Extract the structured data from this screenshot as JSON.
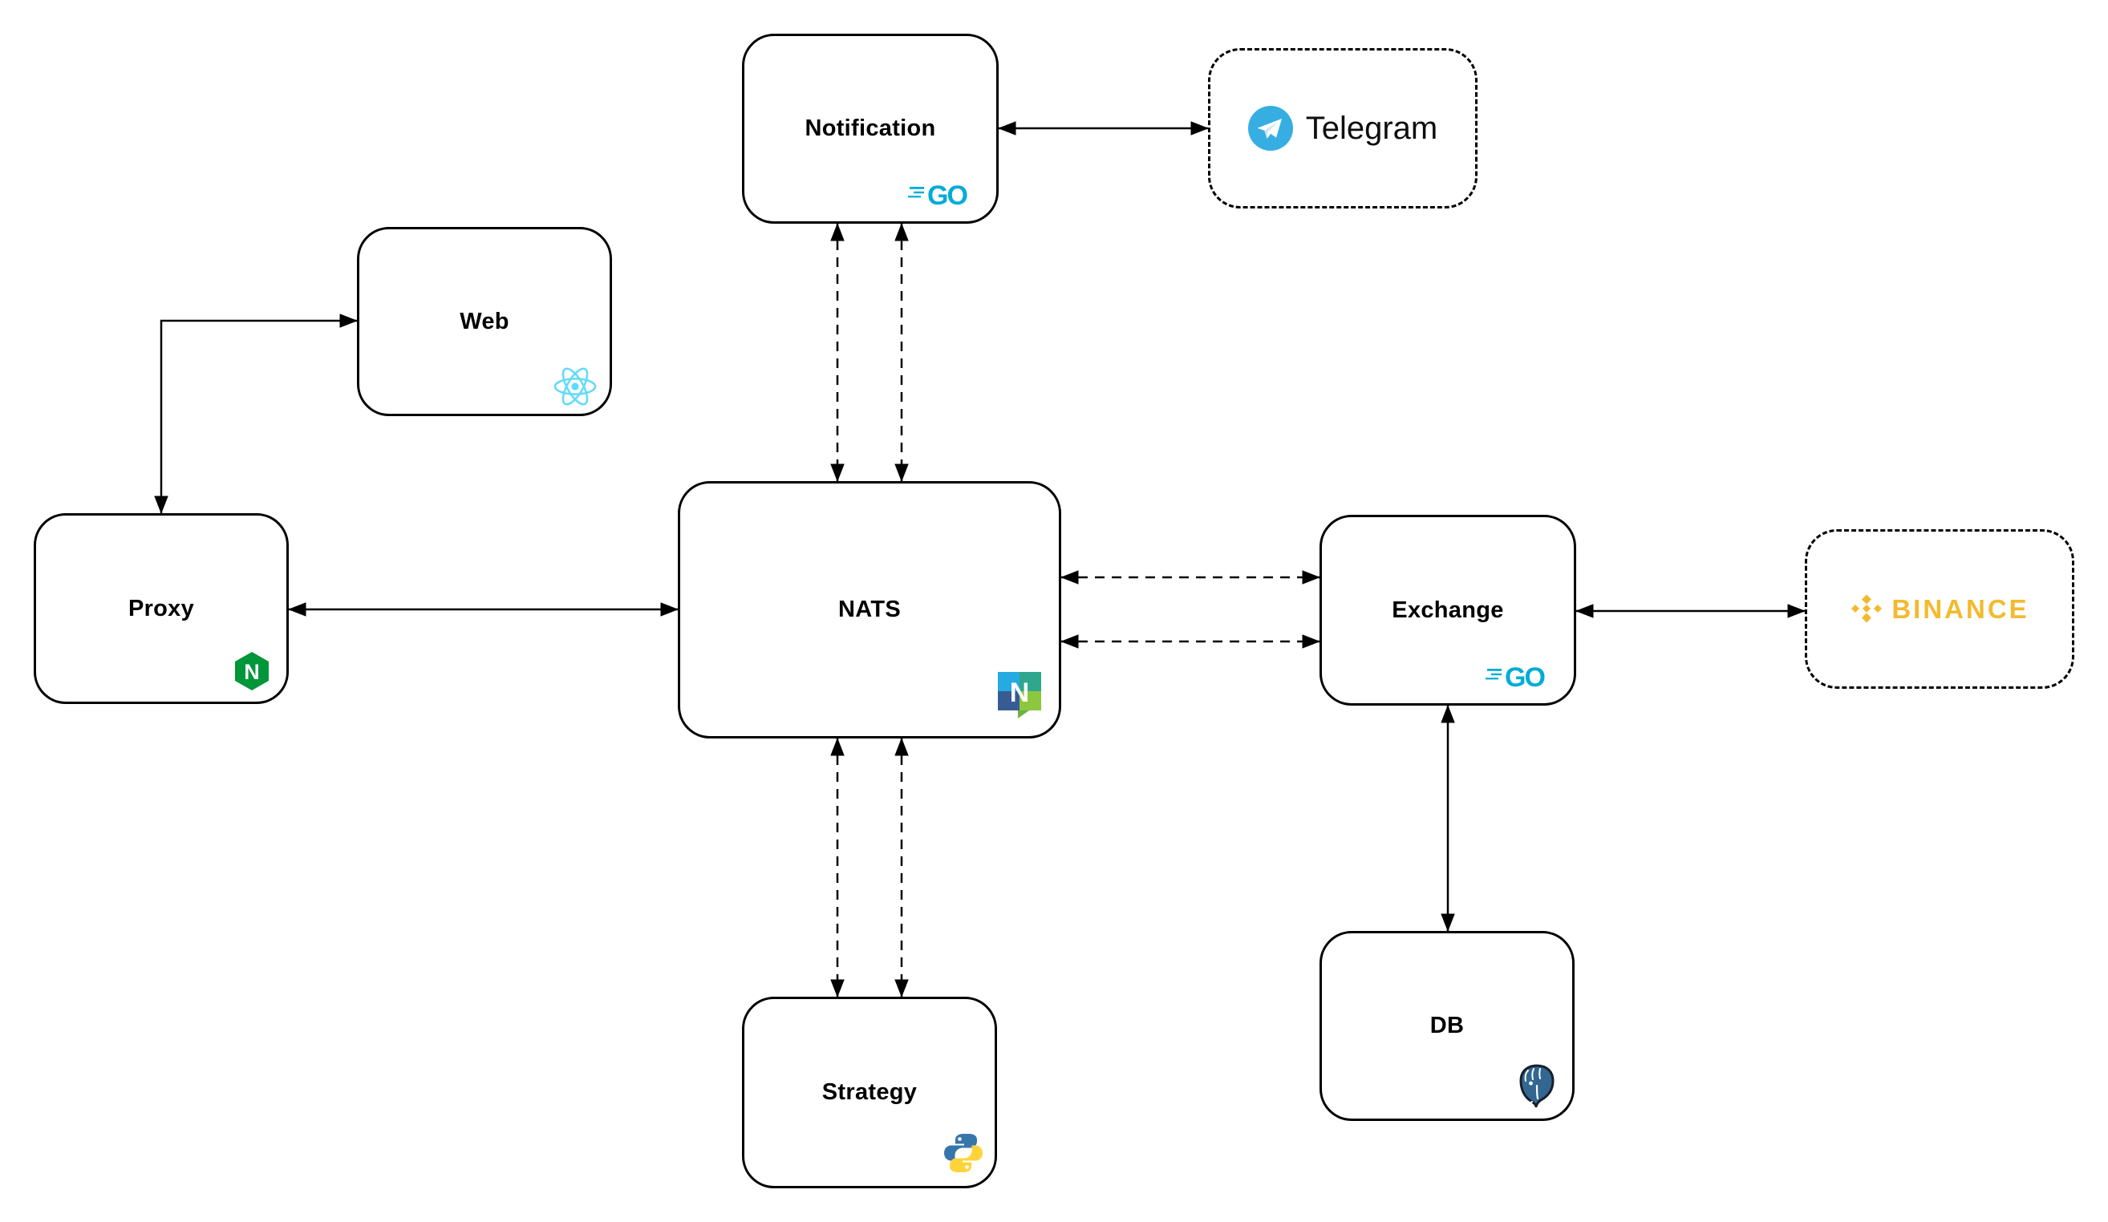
{
  "diagram": {
    "nodes": {
      "notification": {
        "label": "Notification",
        "tech": "go"
      },
      "telegram": {
        "label": "Telegram"
      },
      "web": {
        "label": "Web",
        "tech": "react"
      },
      "proxy": {
        "label": "Proxy",
        "tech": "nginx"
      },
      "nats": {
        "label": "NATS",
        "tech": "nats"
      },
      "exchange": {
        "label": "Exchange",
        "tech": "go"
      },
      "binance": {
        "label": "BINANCE"
      },
      "strategy": {
        "label": "Strategy",
        "tech": "python"
      },
      "db": {
        "label": "DB",
        "tech": "postgresql"
      }
    },
    "logo_text": {
      "go": "GO",
      "nginx": "N",
      "nats": "N"
    },
    "colors": {
      "line": "#000000",
      "go": "#00ACD7",
      "react": "#61DAFB",
      "nginx": "#009639",
      "telegram": "#37AEE2",
      "binance": "#F3BA2F",
      "python_blue": "#3776AB",
      "python_yellow": "#FFD43B",
      "postgres_blue": "#336791",
      "nats_light_blue": "#27AAE1",
      "nats_teal_green": "#2FA78C",
      "nats_dark_blue": "#375C93",
      "nats_lime": "#8DC63F"
    },
    "connectors": [
      {
        "from": "web",
        "to": "proxy",
        "style": "solid",
        "bidirectional": true
      },
      {
        "from": "proxy",
        "to": "nats",
        "style": "solid",
        "bidirectional": true
      },
      {
        "from": "notification",
        "to": "nats",
        "style": "dashed",
        "bidirectional": true,
        "lines": 2
      },
      {
        "from": "nats",
        "to": "strategy",
        "style": "dashed",
        "bidirectional": true,
        "lines": 2
      },
      {
        "from": "nats",
        "to": "exchange",
        "style": "dashed",
        "bidirectional": true,
        "lines": 2
      },
      {
        "from": "notification",
        "to": "telegram",
        "style": "solid",
        "bidirectional": true
      },
      {
        "from": "exchange",
        "to": "binance",
        "style": "solid",
        "bidirectional": true
      },
      {
        "from": "exchange",
        "to": "db",
        "style": "solid",
        "bidirectional": true
      }
    ]
  }
}
